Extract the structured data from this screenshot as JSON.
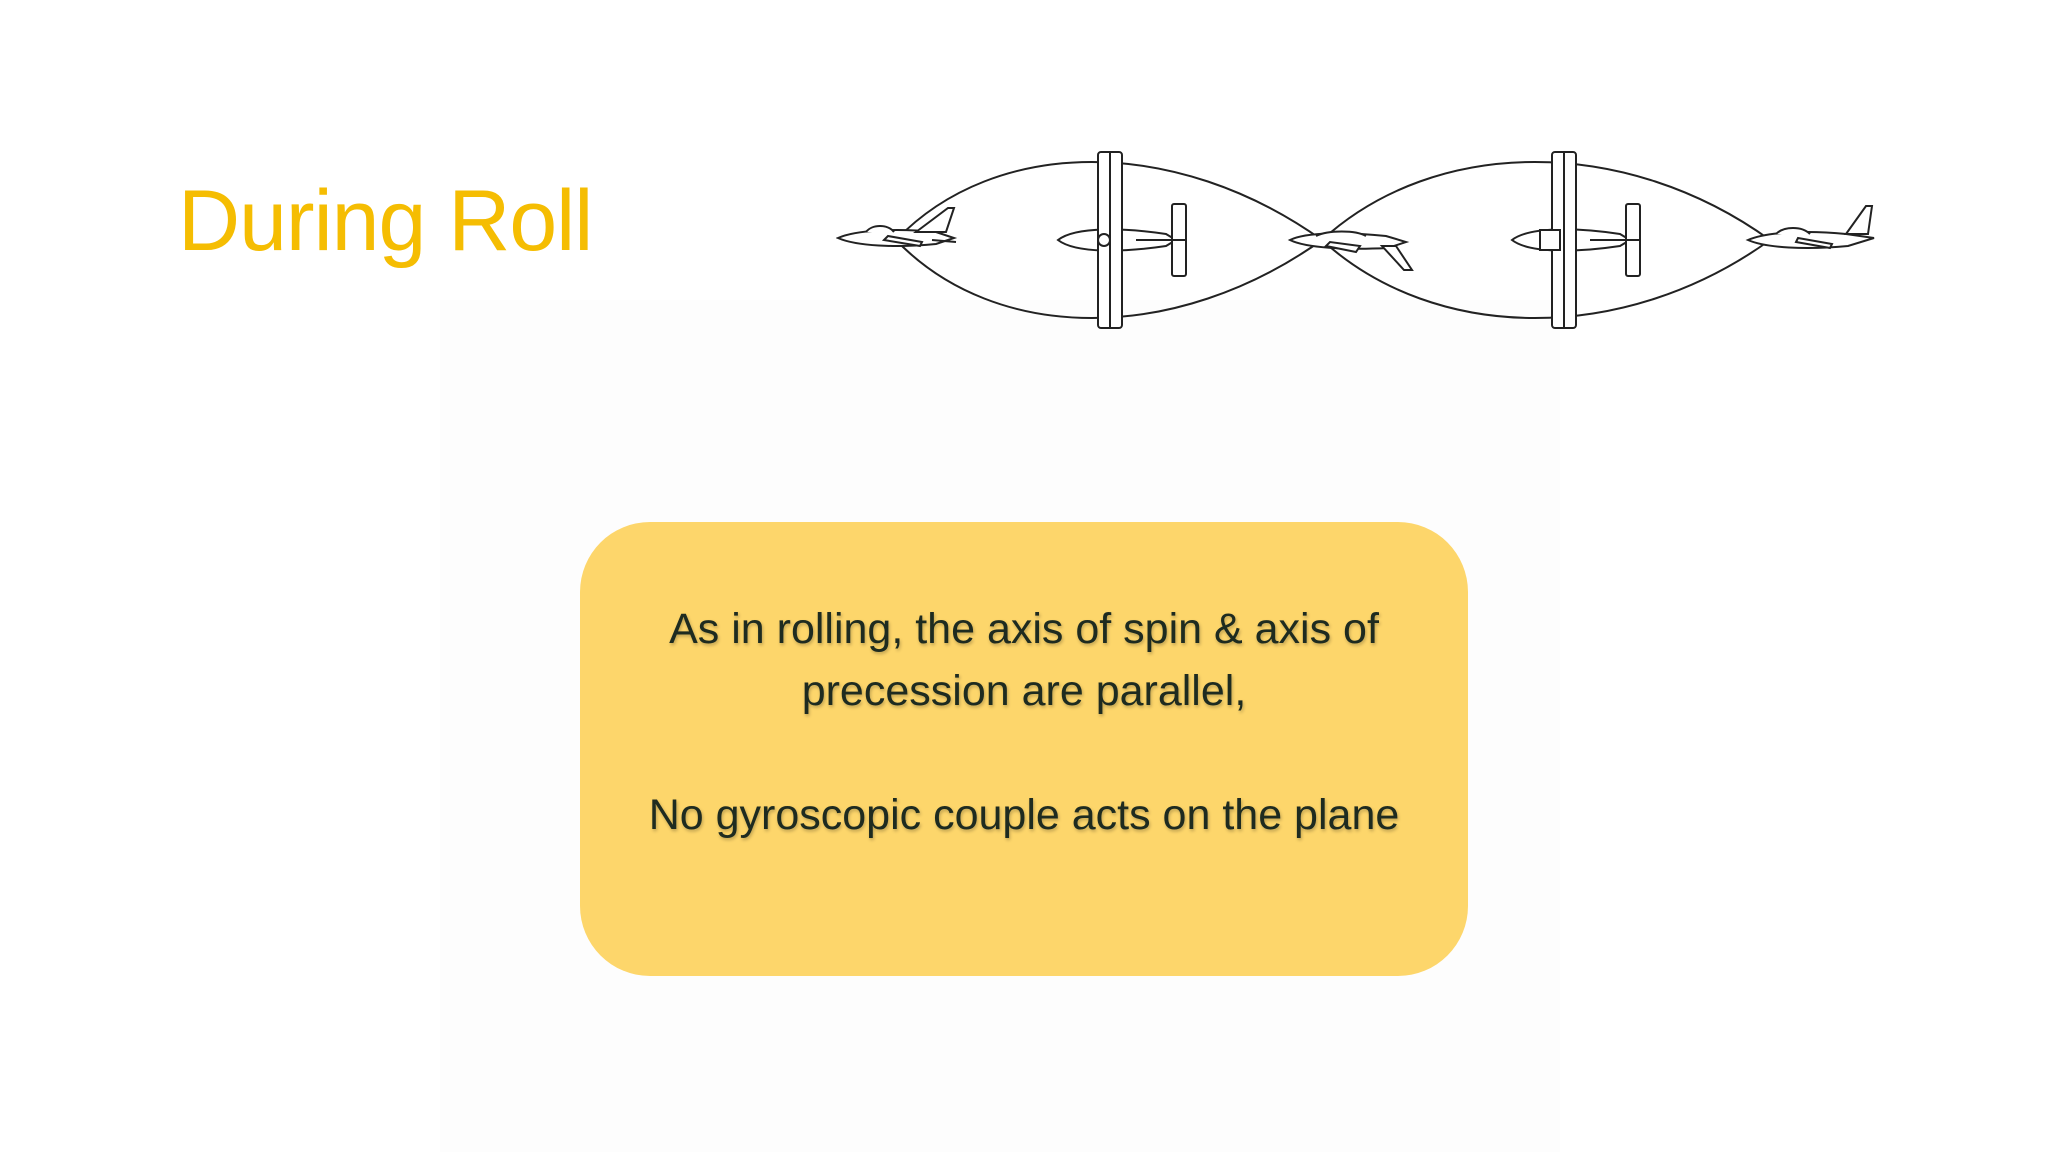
{
  "slide": {
    "title": "During Roll",
    "callout": {
      "line1": "As in rolling, the axis of spin & axis of precession are parallel,",
      "line2": "No gyroscopic couple acts on the plane"
    },
    "colors": {
      "title": "#f5bd02",
      "callout_fill": "#fdd66b",
      "callout_text": "#1e2b20"
    },
    "figure": {
      "description_icon": "aircraft-roll-icon",
      "aircraft_count": 5
    }
  }
}
